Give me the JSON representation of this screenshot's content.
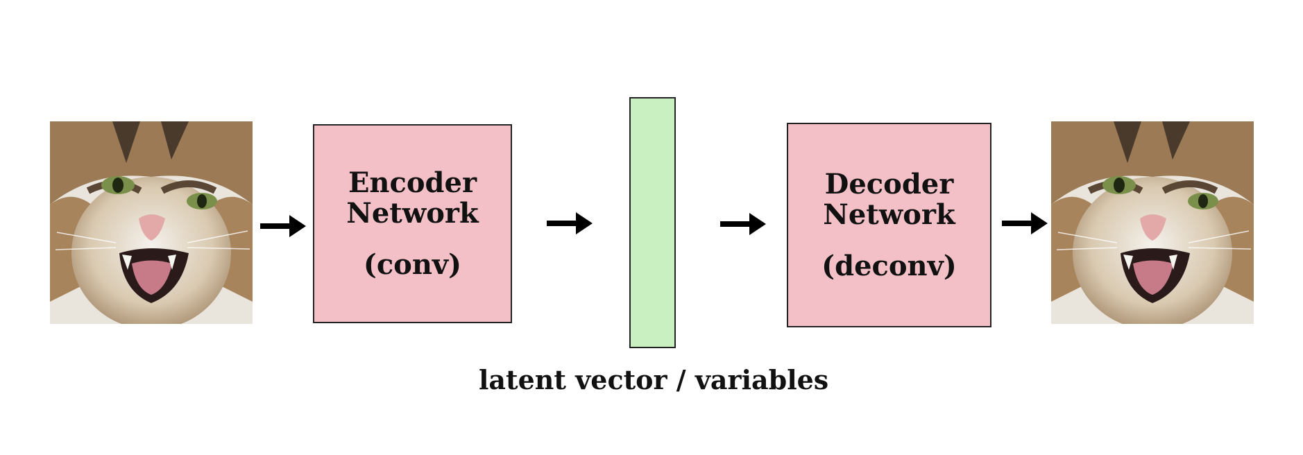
{
  "encoder": {
    "line1": "Encoder",
    "line2": "Network",
    "type": "(conv)"
  },
  "decoder": {
    "line1": "Decoder",
    "line2": "Network",
    "type": "(deconv)"
  },
  "latent": {
    "label": "latent vector / variables"
  },
  "images": {
    "input_icon": "cat-face-photo",
    "output_icon": "cat-face-photo"
  },
  "colors": {
    "network_box": "#f2c0c6",
    "latent_bar": "#c8f0c0",
    "arrow": "#000000"
  }
}
